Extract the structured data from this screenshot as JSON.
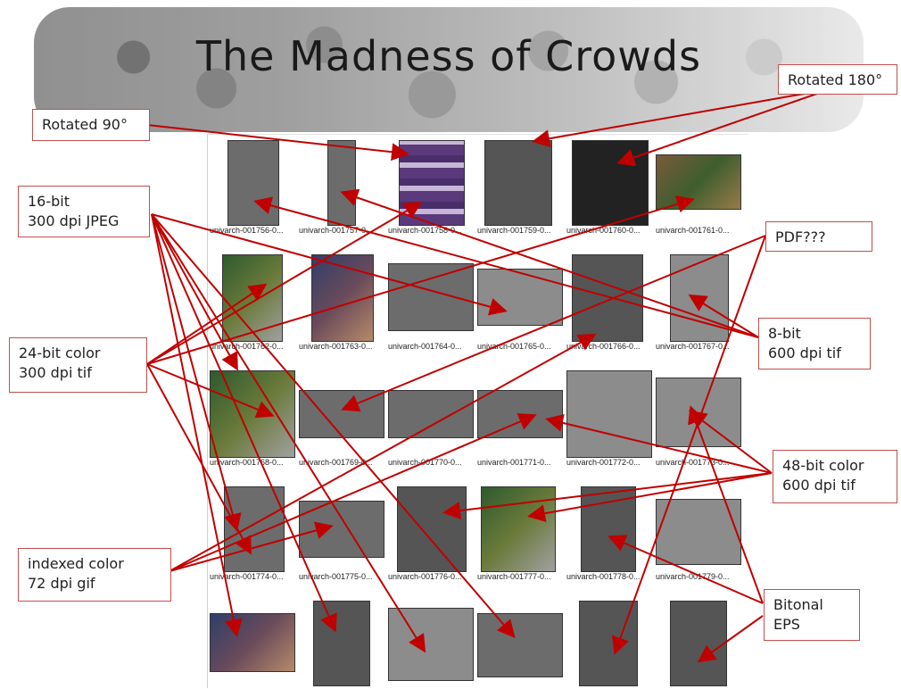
{
  "title": "The Madness of Crowds",
  "labels": {
    "rotated90": "Rotated 90°",
    "rotated180": "Rotated 180°",
    "bit16": "16-bit\n300 dpi JPEG",
    "bit24": "24-bit color\n300 dpi tif",
    "indexed": "indexed color\n72 dpi gif",
    "pdf": "PDF???",
    "bit8": "8-bit\n600 dpi tif",
    "bit48": "48-bit color\n600 dpi tif",
    "bitonal": "Bitonal\nEPS"
  },
  "captions": [
    [
      "univarch-001756-0...",
      "univarch-001757-0...",
      "univarch-001758-0...",
      "univarch-001759-0...",
      "univarch-001760-0...",
      "univarch-001761-0..."
    ],
    [
      "univarch-001762-0...",
      "univarch-001763-0...",
      "univarch-001764-0...",
      "univarch-001765-0...",
      "univarch-001766-0...",
      "univarch-001767-0..."
    ],
    [
      "univarch-001768-0...",
      "univarch-001769-0...",
      "univarch-001770-0...",
      "univarch-001771-0...",
      "univarch-001772-0...",
      "univarch-001773-0..."
    ],
    [
      "univarch-001774-0...",
      "univarch-001775-0...",
      "univarch-001776-0...",
      "univarch-001777-0...",
      "univarch-001778-0...",
      "univarch-001779-0..."
    ]
  ],
  "colors": {
    "arrow": "#c00000",
    "label_border": "#c0504d"
  }
}
